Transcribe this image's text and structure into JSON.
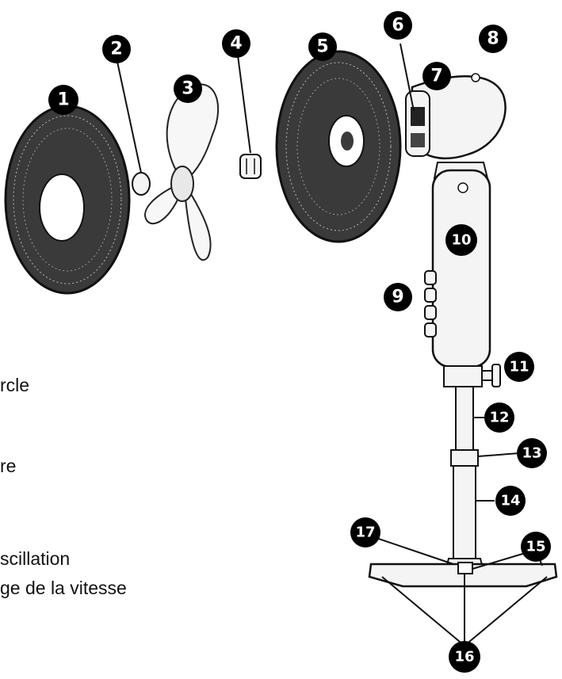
{
  "callouts": [
    {
      "label": "1"
    },
    {
      "label": "2"
    },
    {
      "label": "3"
    },
    {
      "label": "4"
    },
    {
      "label": "5"
    },
    {
      "label": "6"
    },
    {
      "label": "7"
    },
    {
      "label": "8"
    },
    {
      "label": "9"
    },
    {
      "label": "10"
    },
    {
      "label": "11"
    },
    {
      "label": "12"
    },
    {
      "label": "13"
    },
    {
      "label": "14"
    },
    {
      "label": "15"
    },
    {
      "label": "16"
    },
    {
      "label": "17"
    }
  ],
  "legend_fragments": [
    "rcle",
    "re",
    "scillation",
    "ge de la vitesse"
  ],
  "colors": {
    "line": "#1a1a1a",
    "grille_dark": "#2b2b2b",
    "part_fill": "#f4f4f4",
    "badge": "#000000"
  }
}
